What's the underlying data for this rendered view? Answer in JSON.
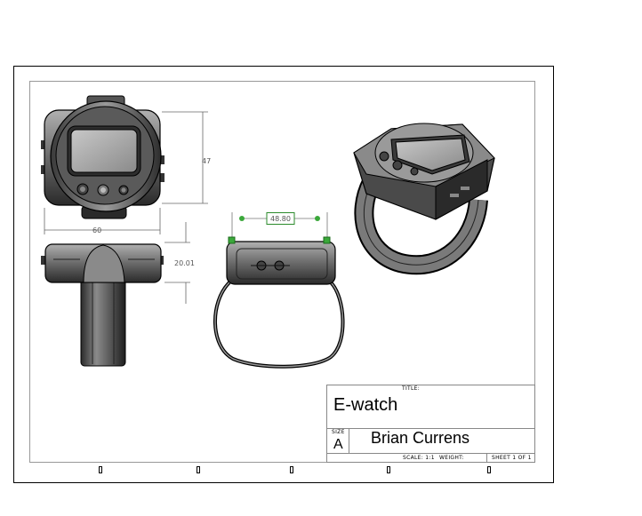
{
  "dimensions": {
    "height": "47",
    "width": "60",
    "thickness": "20.01",
    "band_span": "48.80"
  },
  "title_block": {
    "title_label": "TITLE:",
    "title": "E-watch",
    "size_label": "SIZE",
    "size": "A",
    "author": "Brian Currens",
    "scale_label": "SCALE: 1:1",
    "weight_label": "WEIGHT:",
    "sheet_label": "SHEET 1 OF 1"
  },
  "colors": {
    "line": "#000000",
    "dimension": "#555555",
    "selected_dimension": "#2a8a2a",
    "handle": "#3aa83a"
  }
}
